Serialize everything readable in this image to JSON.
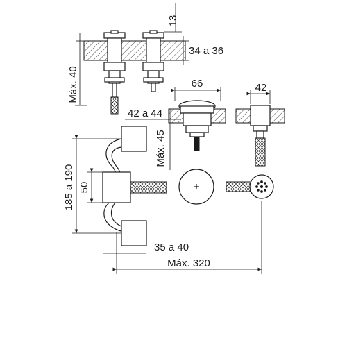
{
  "dimensions": {
    "top_height": "13",
    "wall_thickness": "34 a 36",
    "max_40": "Máx. 40",
    "width_66": "66",
    "width_42": "42",
    "deck_42_44": "42 a 44",
    "max_45": "Máx. 45",
    "height_185_190": "185 a 190",
    "height_50": "50",
    "offset_35_40": "35 a 40",
    "max_320": "Máx. 320"
  },
  "colors": {
    "line": "#1a1a1a",
    "background": "#ffffff"
  }
}
